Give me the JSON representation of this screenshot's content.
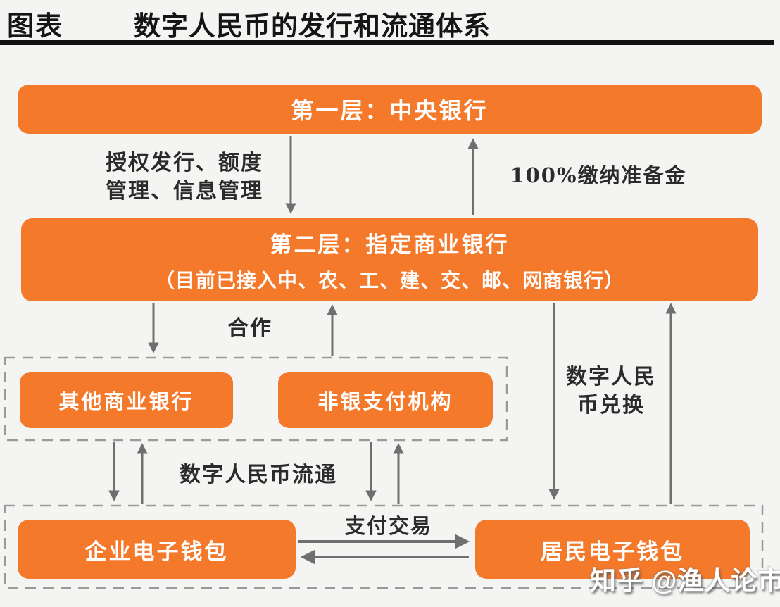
{
  "header": {
    "label": "图表",
    "title": "数字人民币的发行和流通体系"
  },
  "boxes": {
    "layer1": "第一层：中央银行",
    "layer2_line1": "第二层：指定商业银行",
    "layer2_line2": "（目前已接入中、农、工、建、交、邮、网商银行）",
    "other_banks": "其他商业银行",
    "nonbank_payment": "非银支付机构",
    "enterprise_wallet": "企业电子钱包",
    "resident_wallet": "居民电子钱包"
  },
  "labels": {
    "authorize": "授权发行、额度\n管理、信息管理",
    "reserve": "100%缴纳准备金",
    "cooperation": "合作",
    "circulation": "数字人民币流通",
    "exchange": "数字人民\n币兑换",
    "payment": "支付交易"
  },
  "watermark": "知乎 @渔人论市",
  "colors": {
    "box_orange": "#F4792B",
    "arrow_gray": "#6F6F6F",
    "dashed_gray": "#9A9A9A",
    "label_dark": "#2B2B2B",
    "title_black": "#151515"
  }
}
